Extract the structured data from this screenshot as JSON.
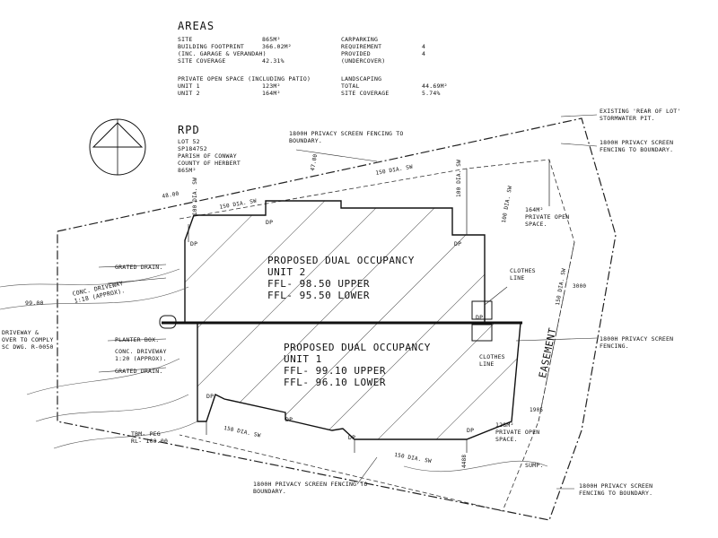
{
  "areas": {
    "title": "AREAS",
    "rows_left": [
      {
        "label": "SITE",
        "value": "865m²"
      },
      {
        "label": "BUILDING FOOTPRINT",
        "value": "366.02m²"
      },
      {
        "label": "(INC. GARAGE & VERANDAH)",
        "value": ""
      },
      {
        "label": "SITE COVERAGE",
        "value": "42.31%"
      }
    ],
    "pos_title": "PRIVATE OPEN SPACE (INCLUDING PATIO)",
    "pos_rows": [
      {
        "label": "UNIT 1",
        "value": "123m²"
      },
      {
        "label": "UNIT 2",
        "value": "164m²"
      }
    ],
    "carparking_title": "CARPARKING",
    "carparking_rows": [
      {
        "label": "REQUIREMENT",
        "value": "4"
      },
      {
        "label": "PROVIDED",
        "value": "4"
      },
      {
        "label": "(UNDERCOVER)",
        "value": ""
      }
    ],
    "landscaping_title": "LANDSCAPING",
    "landscaping_rows": [
      {
        "label": "TOTAL",
        "value": "44.69m²"
      },
      {
        "label": "SITE COVERAGE",
        "value": "5.74%"
      }
    ]
  },
  "rpd": {
    "title": "RPD",
    "lines": [
      "LOT 52",
      "SP184752",
      "PARISH OF CONWAY",
      "COUNTY OF HERBERT",
      "865m²"
    ]
  },
  "units": {
    "unit2": [
      "PROPOSED DUAL OCCUPANCY",
      "UNIT 2",
      "FFL- 98.50 UPPER",
      "FFL- 95.50 LOWER"
    ],
    "unit1": [
      "PROPOSED DUAL OCCUPANCY",
      "UNIT 1",
      "FFL- 99.10 UPPER",
      "FFL- 96.10 LOWER"
    ]
  },
  "annotations": {
    "privacy_top": [
      "1800h PRIVACY SCREEN FENCING TO",
      "BOUNDARY."
    ],
    "stormwater": [
      "EXISTING 'REAR OF LOT'",
      "STORMWATER PIT."
    ],
    "privacy_right_top": [
      "1800h PRIVACY SCREEN",
      "FENCING TO BOUNDARY."
    ],
    "pos_unit2": [
      "164m²",
      "PRIVATE OPEN",
      "SPACE."
    ],
    "clothes_line_1": [
      "CLOTHES",
      "LINE"
    ],
    "clothes_line_2": [
      "CLOTHES",
      "LINE"
    ],
    "privacy_right_mid": [
      "1800h PRIVACY SCREEN",
      "FENCING."
    ],
    "easement": "EASEMENT",
    "pos_unit1": [
      "128m²",
      "PRIVATE OPEN",
      "SPACE."
    ],
    "sump": "SUMP.",
    "privacy_bottom_right": [
      "1800h PRIVACY SCREEN",
      "FENCING TO BOUNDARY."
    ],
    "privacy_bottom_mid": [
      "1800h PRIVACY SCREEN FENCING TO",
      "BOUNDARY."
    ],
    "grated_drain_1": "GRATED DRAIN.",
    "grated_drain_2": "GRATED DRAIN.",
    "conc_driveway_1": [
      "CONC. DRIVEWAY",
      "1:18 (APPROX)."
    ],
    "conc_driveway_2": [
      "CONC. DRIVEWAY",
      "1:20 (APPROX)."
    ],
    "planter_box": "PLANTER BOX.",
    "driveway_left": [
      "DRIVEWAY &",
      "OVER TO COMPLY",
      "SC DWG. R-0050"
    ],
    "tbm": [
      "TBM- PEG",
      "RL- 100.00"
    ],
    "left_level": "99.00",
    "dp": "DP"
  },
  "dimensions": {
    "top_fence": "150 DIA. SW",
    "top_left_fence": "150 DIA. SW",
    "right_fence": "150 DIA. SW",
    "right_small": "100 DIA. SW",
    "top_small": "100 DIA. SW",
    "bottom_fence": "150 DIA. SW",
    "bottom_fence_2": "150 DIA. SW",
    "left_small": "100 DIA. SW",
    "setback_3000": "3000",
    "dim_4488": "4488",
    "dim_1905": "1905",
    "dim_48": "48.00",
    "dim_47": "47.00"
  }
}
